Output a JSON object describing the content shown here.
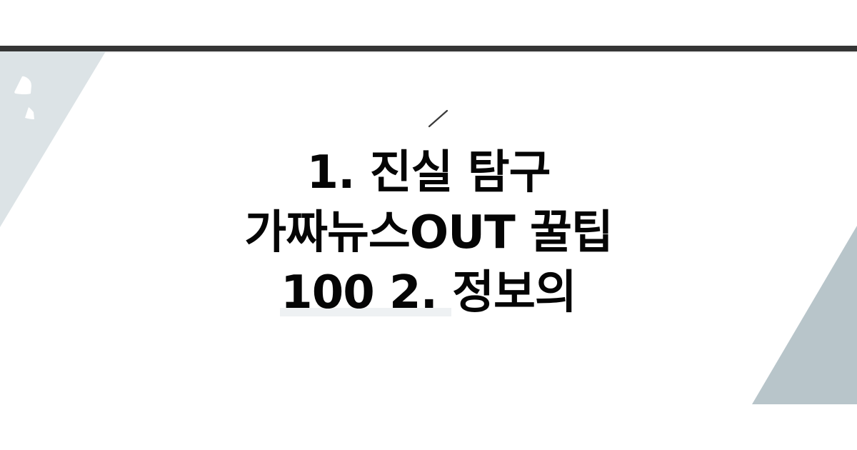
{
  "headline": {
    "lines": [
      "1. 진실 탐구",
      "가짜뉴스OUT 꿀팁",
      "100 2. 정보의"
    ]
  },
  "colors": {
    "background": "#ffffff",
    "top_bar": "#353535",
    "left_panel": "#dce3e6",
    "right_triangle": "#b8c5ca",
    "text": "#050505",
    "highlight_bar": "#eef1f3"
  },
  "icons": {
    "decorative_stroke": "slash-icon"
  }
}
